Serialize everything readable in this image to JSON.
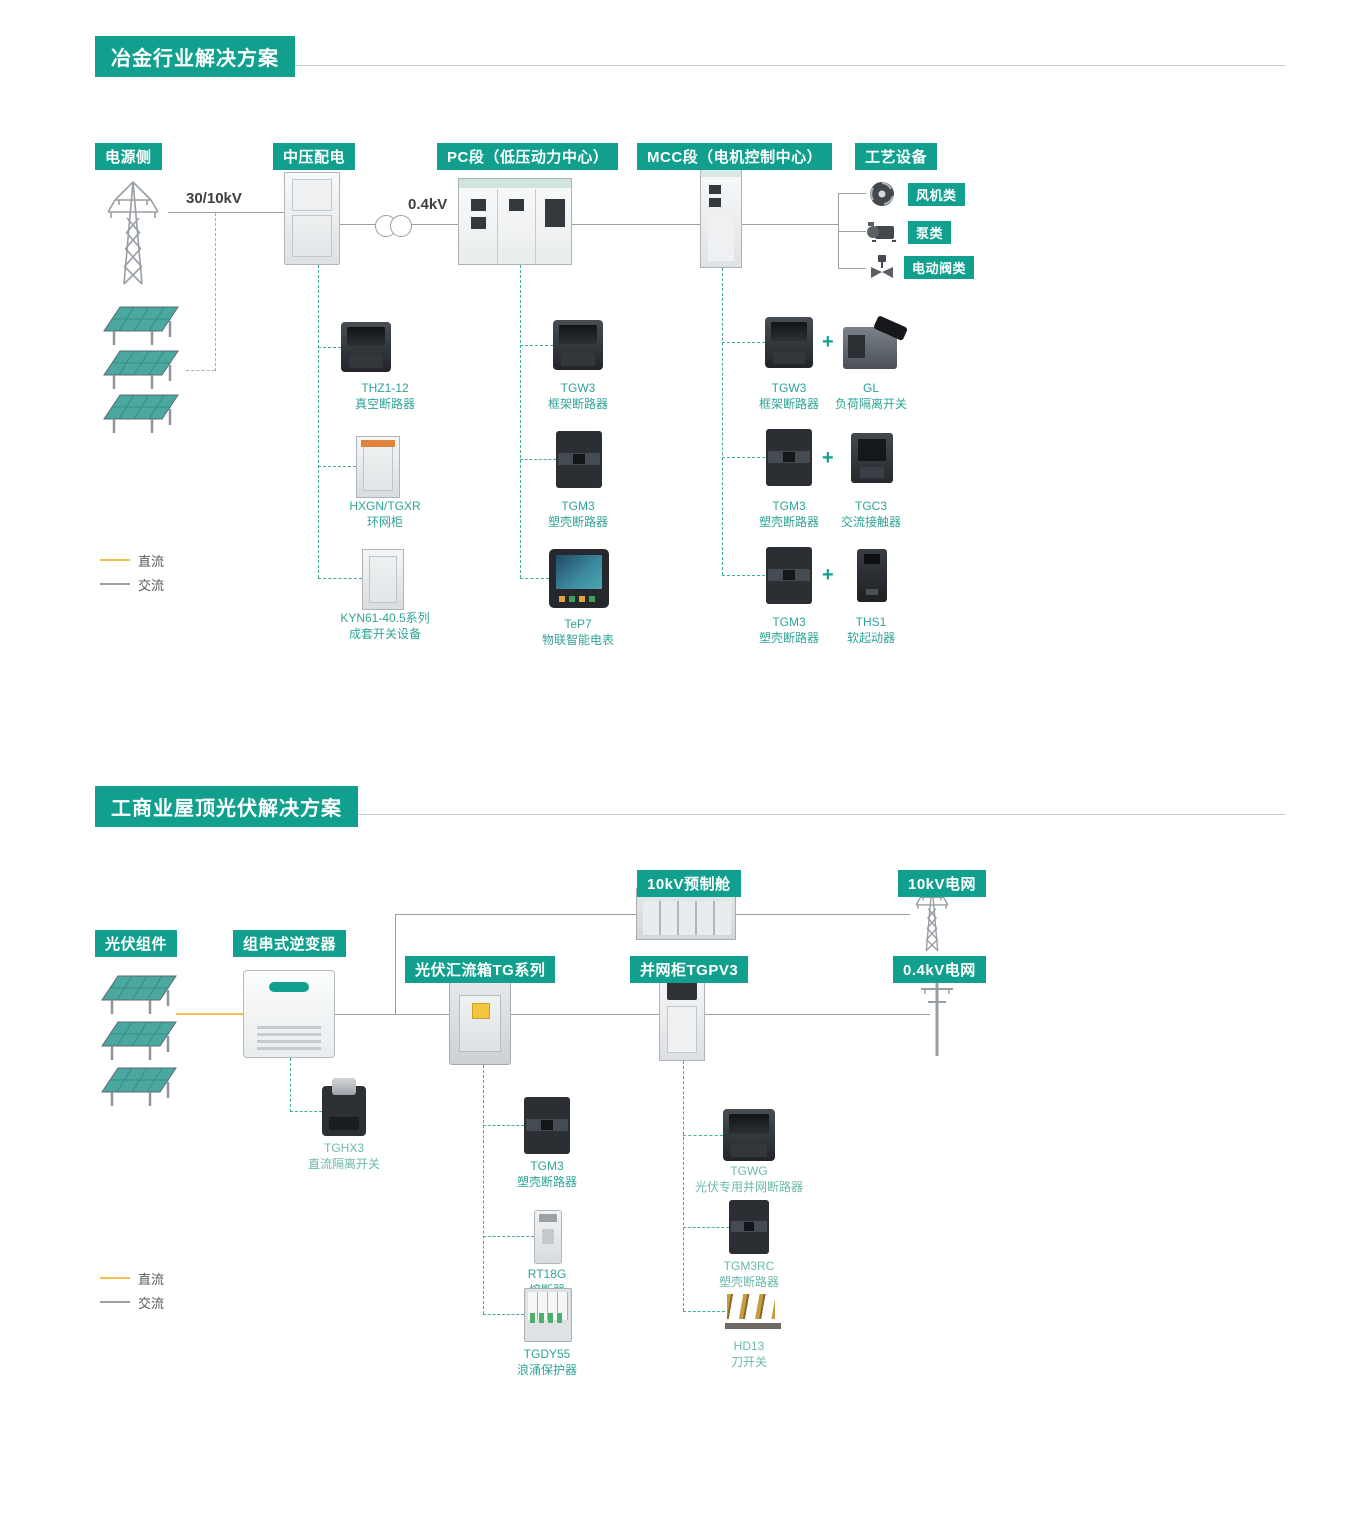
{
  "top": {
    "title": "冶金行业解决方案",
    "col_source": "电源侧",
    "col_mv": "中压配电",
    "col_pc": "PC段（低压动力中心）",
    "col_mcc": "MCC段（电机控制中心）",
    "col_process": "工艺设备",
    "voltage_in": "30/10kV",
    "voltage_out": "0.4kV",
    "plus": "+",
    "process_types": [
      {
        "label": "风机类"
      },
      {
        "label": "泵类"
      },
      {
        "label": "电动阀类"
      }
    ],
    "mv_products": [
      {
        "name": "THZ1-12",
        "desc": "真空断路器"
      },
      {
        "name": "HXGN/TGXR",
        "desc": "环网柜"
      },
      {
        "name": "KYN61-40.5系列",
        "desc": "成套开关设备"
      }
    ],
    "pc_products": [
      {
        "name": "TGW3",
        "desc": "框架断路器"
      },
      {
        "name": "TGM3",
        "desc": "塑壳断路器"
      },
      {
        "name": "TeP7",
        "desc": "物联智能电表"
      }
    ],
    "mcc_products": [
      {
        "a": {
          "name": "TGW3",
          "desc": "框架断路器"
        },
        "b": {
          "name": "GL",
          "desc": "负荷隔离开关"
        }
      },
      {
        "a": {
          "name": "TGM3",
          "desc": "塑壳断路器"
        },
        "b": {
          "name": "TGC3",
          "desc": "交流接触器"
        }
      },
      {
        "a": {
          "name": "TGM3",
          "desc": "塑壳断路器"
        },
        "b": {
          "name": "THS1",
          "desc": "软起动器"
        }
      }
    ],
    "legend": {
      "dc": "直流",
      "ac": "交流"
    }
  },
  "bottom": {
    "title": "工商业屋顶光伏解决方案",
    "col_pv": "光伏组件",
    "col_inverter": "组串式逆变器",
    "col_combiner": "光伏汇流箱TG系列",
    "col_grid_cabinet": "并网柜TGPV3",
    "col_cabin": "10kV预制舱",
    "col_grid10": "10kV电网",
    "col_grid04": "0.4kV电网",
    "inverter_products": [
      {
        "name": "TGHX3",
        "desc": "直流隔离开关"
      }
    ],
    "combiner_products": [
      {
        "name": "TGM3",
        "desc": "塑壳断路器"
      },
      {
        "name": "RT18G",
        "desc": "熔断器"
      },
      {
        "name": "TGDY55",
        "desc": "浪涌保护器"
      }
    ],
    "grid_products": [
      {
        "name": "TGWG",
        "desc": "光伏专用并网断路器"
      },
      {
        "name": "TGM3RC",
        "desc": "塑壳断路器"
      },
      {
        "name": "HD13",
        "desc": "刀开关"
      }
    ],
    "legend": {
      "dc": "直流",
      "ac": "交流"
    }
  }
}
